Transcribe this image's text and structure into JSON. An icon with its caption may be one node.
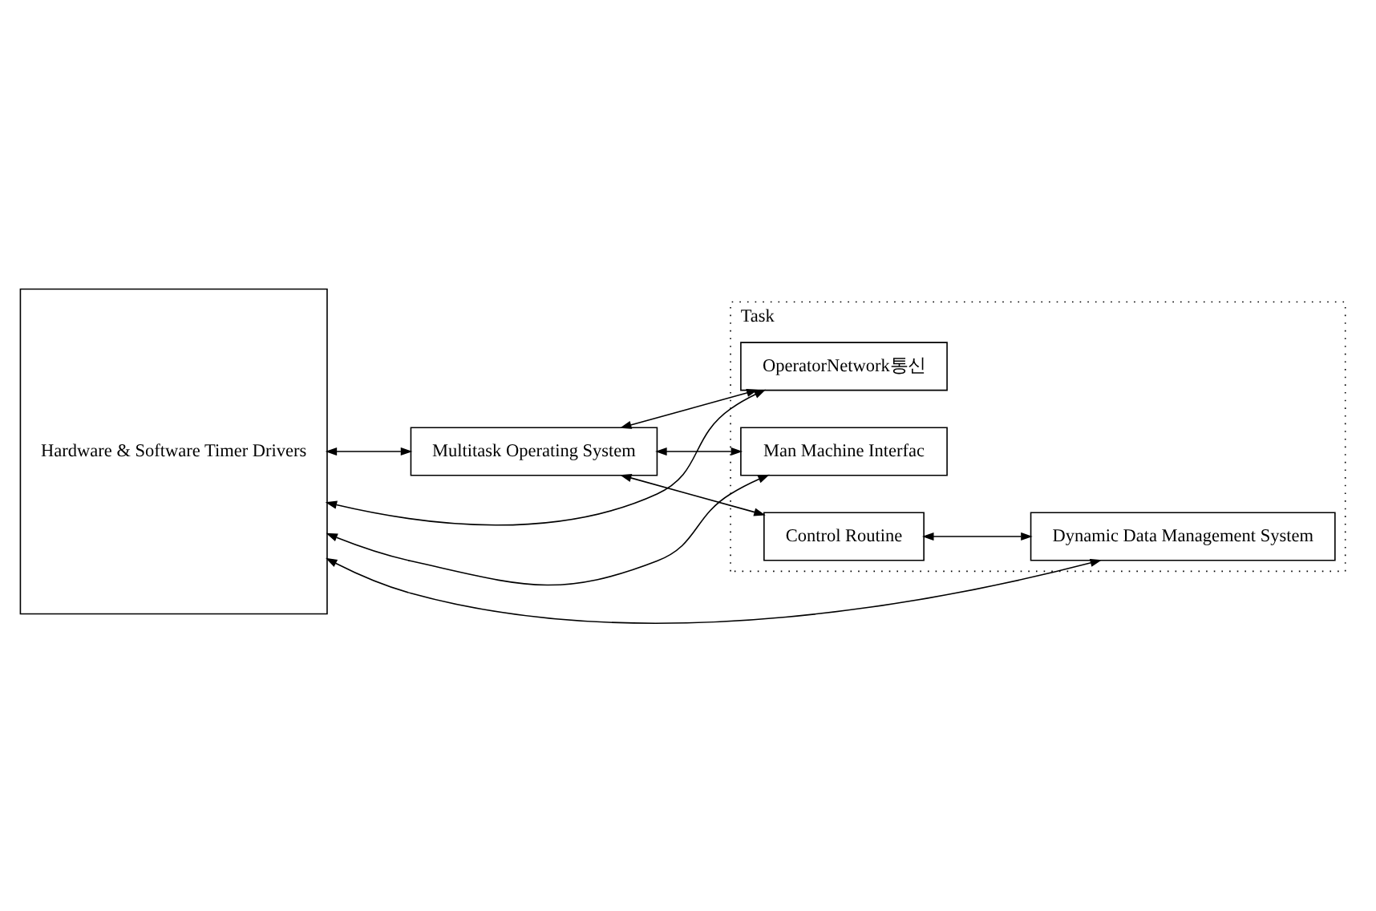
{
  "diagram": {
    "nodes": [
      {
        "text": [
          "Hardware & Software Timer Drivers"
        ]
      },
      {
        "text": [
          "Multitask Operating System"
        ]
      },
      {
        "text": [
          "Task"
        ]
      },
      {
        "text": [
          "OperatorNetwork통신"
        ],
        "in": 2
      },
      {
        "text": [
          "Man Machine Interfac"
        ],
        "in": 2
      },
      {
        "text": [
          "Control Routine"
        ],
        "in": 2
      },
      {
        "text": [
          "Dynamic Data Management System"
        ],
        "in": 2
      }
    ],
    "edges": [
      {
        "from": 0,
        "to": 1,
        "arrow": "both"
      },
      {
        "from": 1,
        "to": 3,
        "arrow": "both"
      },
      {
        "from": 1,
        "to": 4,
        "arrow": "both"
      },
      {
        "from": 1,
        "to": 5,
        "arrow": "both"
      },
      {
        "from": 5,
        "to": 6,
        "arrow": "both"
      },
      {
        "from": 3,
        "to": 0,
        "arrow": "both"
      },
      {
        "from": 4,
        "to": 0,
        "arrow": "both"
      },
      {
        "from": 6,
        "to": 0,
        "arrow": "both"
      }
    ]
  }
}
